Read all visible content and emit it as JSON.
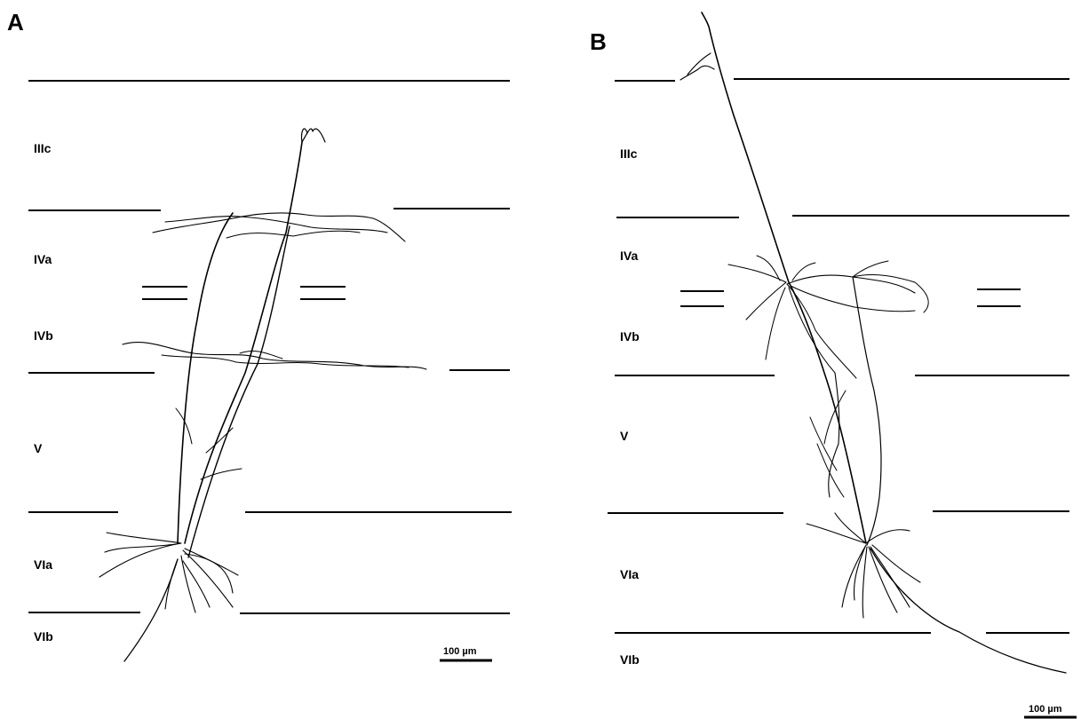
{
  "panels": [
    {
      "id": "A",
      "letter": "A",
      "layers": [
        "IIIc",
        "IVa",
        "IVb",
        "V",
        "VIa",
        "VIb"
      ],
      "scale_bar_label": "100 µm"
    },
    {
      "id": "B",
      "letter": "B",
      "layers": [
        "IIIc",
        "IVa",
        "IVb",
        "V",
        "VIa",
        "VIb"
      ],
      "scale_bar_label": "100 µm"
    }
  ],
  "colors": {
    "ink": "#000000",
    "background": "#ffffff"
  }
}
